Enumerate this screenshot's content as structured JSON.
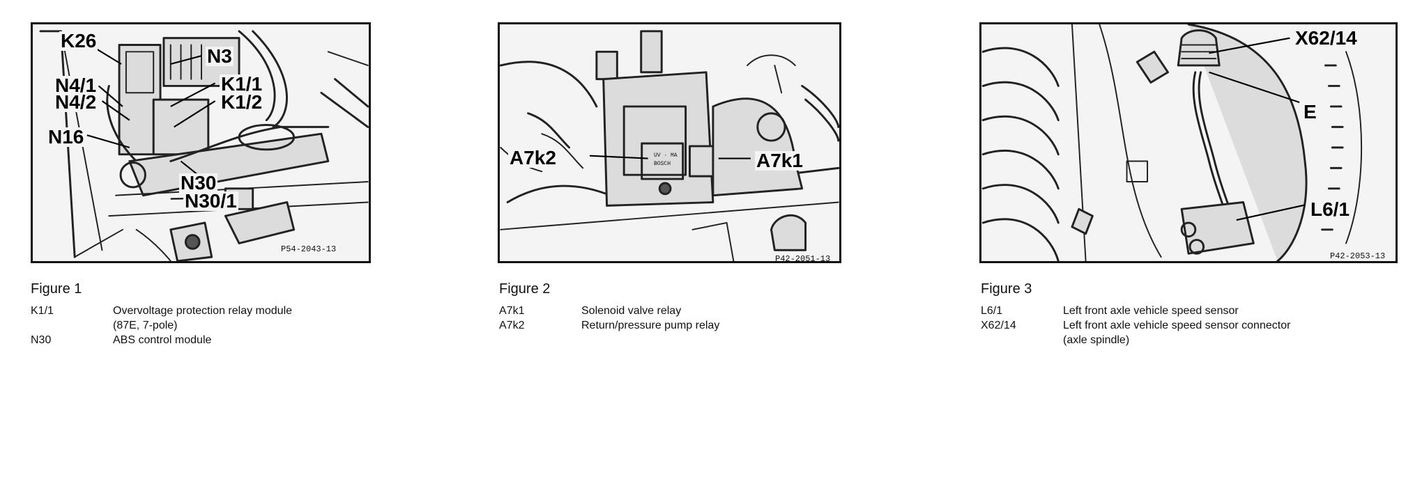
{
  "figures": [
    {
      "caption": "Figure 1",
      "labels": {
        "k26": "K26",
        "n3": "N3",
        "n4_1": "N4/1",
        "n4_2": "N4/2",
        "k1_1": "K1/1",
        "k1_2": "K1/2",
        "n16": "N16",
        "n30": "N30",
        "n30_1": "N30/1"
      },
      "code": "P54-2043-13",
      "legend": [
        {
          "key": "K1/1",
          "desc": "Overvoltage protection relay module",
          "desc2": "(87E, 7-pole)"
        },
        {
          "key": "N30",
          "desc": "ABS control module"
        }
      ]
    },
    {
      "caption": "Figure 2",
      "labels": {
        "a7k2": "A7k2",
        "a7k1": "A7k1"
      },
      "code": "P42-2051-13",
      "legend": [
        {
          "key": "A7k1",
          "desc": "Solenoid valve relay"
        },
        {
          "key": "A7k2",
          "desc": "Return/pressure pump relay"
        }
      ]
    },
    {
      "caption": "Figure 3",
      "labels": {
        "x62_14": "X62/14",
        "e": "E",
        "l6_1": "L6/1"
      },
      "code": "P42-2053-13",
      "legend": [
        {
          "key": "L6/1",
          "desc": "Left front axle vehicle speed sensor"
        },
        {
          "key": "X62/14",
          "desc": "Left front axle vehicle speed sensor connector",
          "desc2": "(axle spindle)"
        }
      ]
    }
  ]
}
